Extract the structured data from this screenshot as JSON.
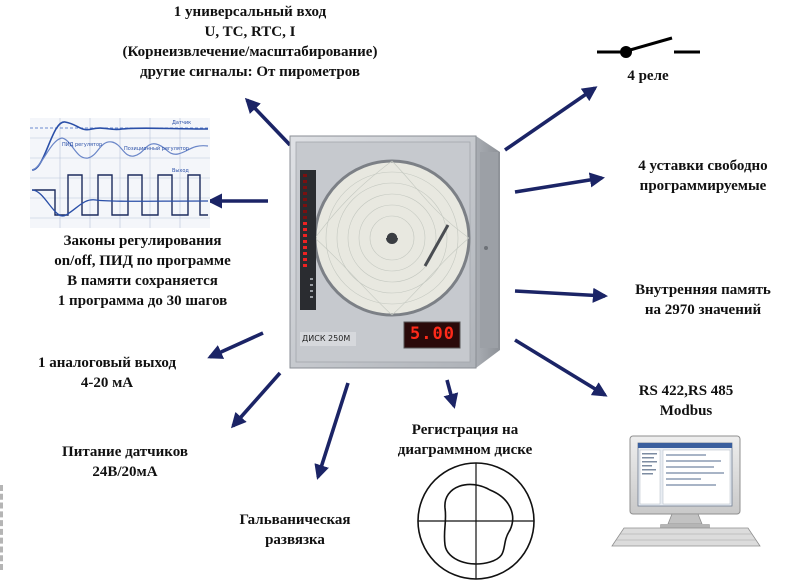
{
  "labels": {
    "input": {
      "line1": "1 универсальный вход",
      "line2": "U, TC, RTC, I",
      "line3": "(Корнеизвлечение/масштабирование)",
      "line4": "другие сигналы: От пирометров"
    },
    "relay": "4  реле",
    "setpoints": {
      "line1": "4 уставки свободно",
      "line2": "программируемые"
    },
    "control": {
      "line1": "Законы регулирования",
      "line2": "on/off, ПИД по программе",
      "line3": "В памяти сохраняется",
      "line4": "1 программа до 30 шагов"
    },
    "memory": {
      "line1": "Внутренняя память",
      "line2": "на  2970 значений"
    },
    "analog_out": {
      "line1": "1 аналоговый выход",
      "line2": "4-20 мА"
    },
    "interface": {
      "line1": "RS 422,RS 485",
      "line2": "Modbus"
    },
    "registration": {
      "line1": "Регистрация на",
      "line2": "диаграммном диске"
    },
    "power": {
      "line1": "Питание датчиков",
      "line2": "24В/20мА"
    },
    "isolation": {
      "line1": "Гальваническая",
      "line2": "развязка"
    }
  },
  "device": {
    "model_label": "ДИСК 250М",
    "display_value": "5.00"
  },
  "graph_thumbnail": {
    "caption_top": "Датчик",
    "caption_pid": "ПИД регулятор",
    "caption_pos": "Позиционный регулятор",
    "caption_out": "Выход"
  },
  "colors": {
    "arrow": "#1b2466",
    "device_body": "#c9ccd1",
    "display_bg": "#2a0a0a",
    "display_digits": "#ff2a1a"
  },
  "icons": [
    "relay-switch-icon",
    "chart-disk-icon",
    "computer-monitor-icon",
    "control-graph-icon"
  ]
}
